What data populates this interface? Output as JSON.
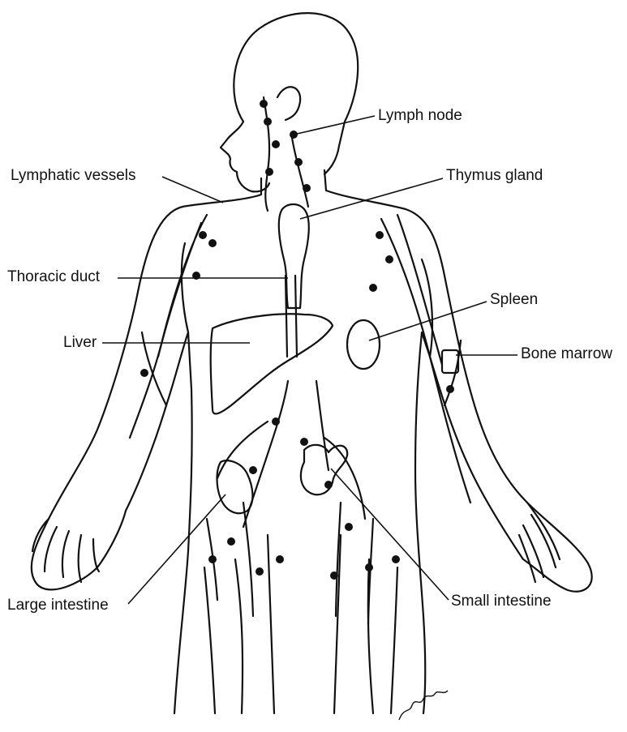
{
  "labels": {
    "lymph_node": "Lymph node",
    "lymphatic_vessels": "Lymphatic vessels",
    "thymus_gland": "Thymus gland",
    "thoracic_duct": "Thoracic duct",
    "spleen": "Spleen",
    "liver": "Liver",
    "bone_marrow": "Bone marrow",
    "large_intestine": "Large intestine",
    "small_intestine": "Small intestine"
  },
  "colors": {
    "ink": "#111111",
    "background": "#ffffff"
  }
}
